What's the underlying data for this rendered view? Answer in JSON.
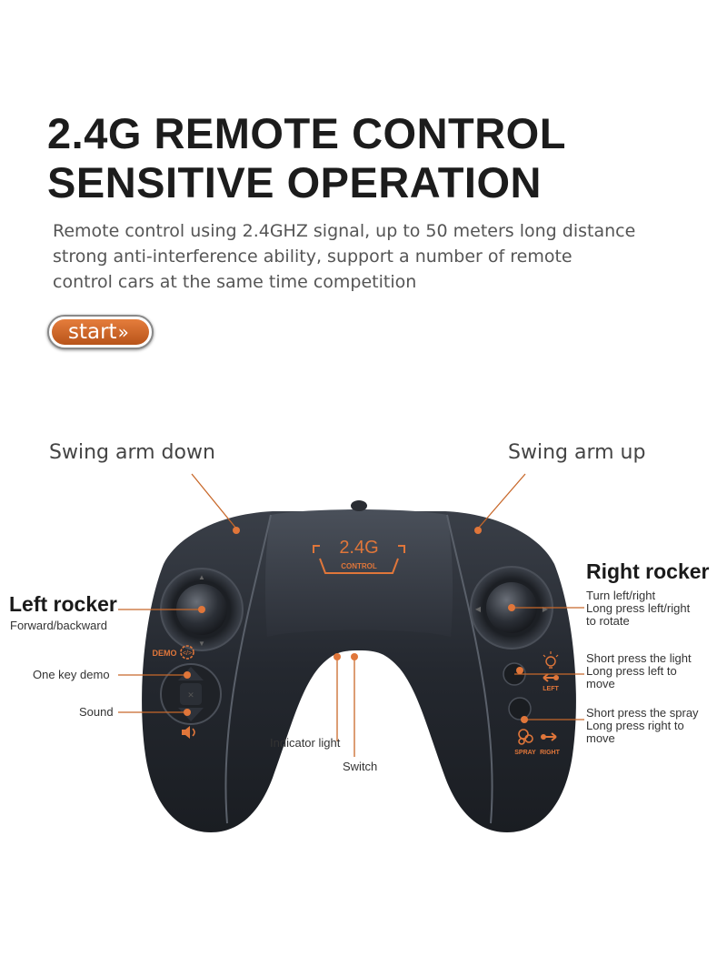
{
  "headline": {
    "line1": "2.4G REMOTE CONTROL",
    "line2": "SENSITIVE OPERATION"
  },
  "description": {
    "line1": "Remote control using 2.4GHZ signal, up to 50 meters long distance",
    "line2": "strong anti-interference ability, support a number of remote",
    "line3": "control cars at the same time competition"
  },
  "start_button": {
    "label": "start"
  },
  "controller": {
    "badge_big": "2.4G",
    "badge_small": "CONTROL",
    "demo_label": "DEMO",
    "left_label": "LEFT",
    "right_label": "RIGHT",
    "spray_label": "SPRAY"
  },
  "callouts": {
    "swing_down": "Swing arm down",
    "swing_up": "Swing arm up",
    "left_rocker": {
      "title": "Left rocker",
      "desc": "Forward/backward"
    },
    "right_rocker": {
      "title": "Right rocker",
      "desc1": "Turn left/right",
      "desc2": "Long press left/right",
      "desc3": "to rotate"
    },
    "one_key_demo": "One key demo",
    "sound": "Sound",
    "indicator_light": "Indicator light",
    "switch": "Switch",
    "light_button": {
      "line1": "Short press the light",
      "line2": "Long press left to",
      "line3": "move"
    },
    "spray_button": {
      "line1": "Short press the spray",
      "line2": "Long press right to",
      "line3": "move"
    }
  },
  "colors": {
    "accent": "#e0763a",
    "leader": "#c8682a",
    "controller_body": "#2b2f37",
    "headline": "#1c1c1c"
  },
  "icons": [
    "double-chevron-right-icon",
    "code-gear-icon",
    "speaker-icon",
    "bulb-icon",
    "left-arrow-icon",
    "spray-icon",
    "right-arrow-icon"
  ]
}
